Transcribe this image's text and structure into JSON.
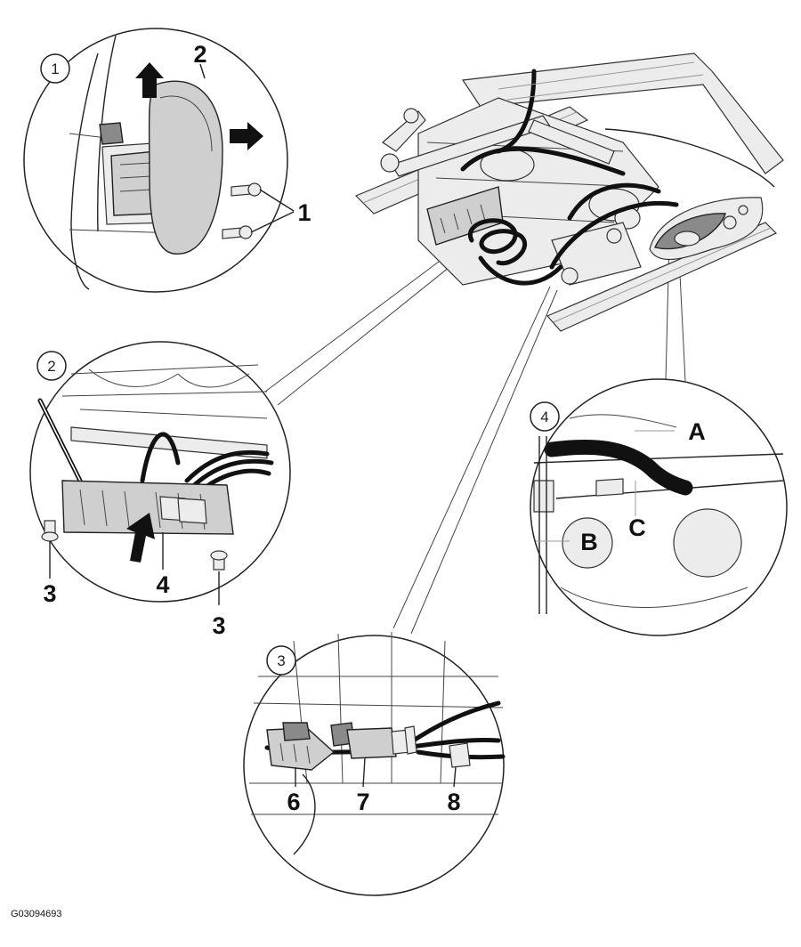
{
  "figure_id": "G03094693",
  "views": [
    {
      "badge": "1",
      "callouts": [
        "1",
        "2"
      ]
    },
    {
      "badge": "2",
      "callouts": [
        "3",
        "4",
        "3"
      ]
    },
    {
      "badge": "3",
      "callouts": [
        "6",
        "7",
        "8"
      ]
    },
    {
      "badge": "4",
      "callouts": [
        "A",
        "B",
        "C"
      ]
    }
  ],
  "colors": {
    "line": "#222222",
    "part_fill": "#cfcfcf",
    "cable": "#111111",
    "background": "#ffffff"
  },
  "icons": [
    "direction-arrow-up-icon",
    "direction-arrow-right-icon",
    "direction-arrow-insert-icon"
  ]
}
